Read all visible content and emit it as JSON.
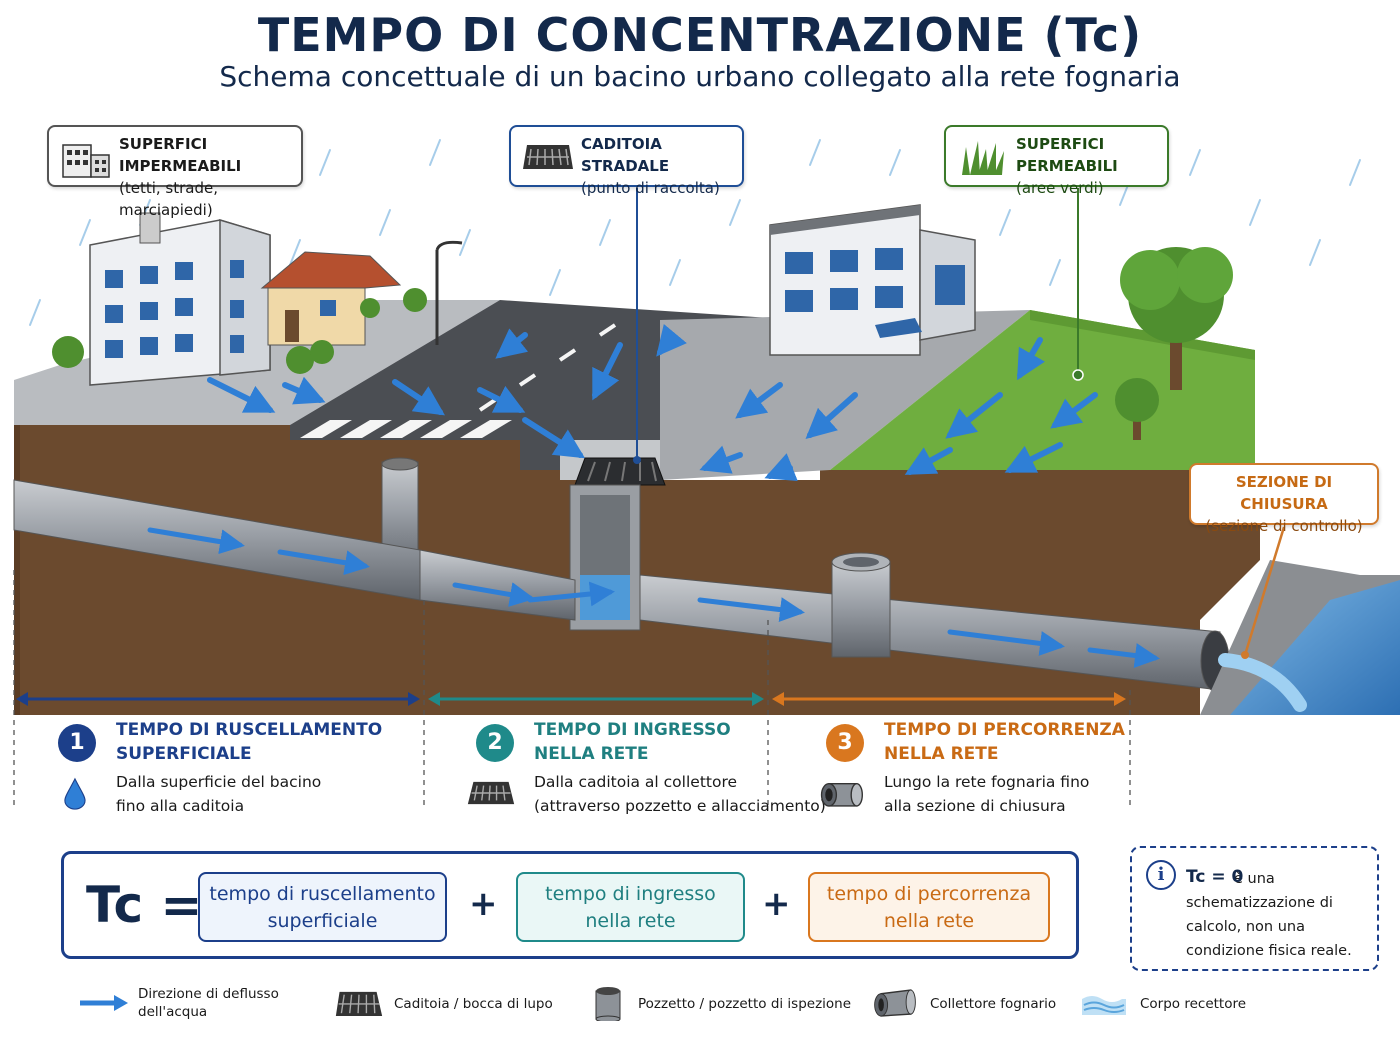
{
  "header": {
    "title": "TEMPO DI CONCENTRAZIONE (Tc)",
    "subtitle": "Schema concettuale di un bacino urbano collegato alla rete fognaria"
  },
  "callouts": {
    "impermeabili": {
      "title": "SUPERFICI IMPERMEABILI",
      "text": "(tetti, strade, marciapiedi)"
    },
    "caditoia": {
      "title": "CADITOIA STRADALE",
      "text": "(punto di raccolta)"
    },
    "permeabili": {
      "title": "SUPERFICI PERMEABILI",
      "text": "(aree verdi)"
    },
    "chiusura": {
      "title": "SEZIONE DI CHIUSURA",
      "text": "(sezione di controllo)"
    }
  },
  "phases": [
    {
      "num": "1",
      "title_l1": "TEMPO DI RUSCELLAMENTO",
      "title_l2": "SUPERFICIALE",
      "desc_l1": "Dalla superficie del bacino",
      "desc_l2": "fino alla caditoia",
      "color": "#1c3f8a",
      "icon": "water-drop-icon"
    },
    {
      "num": "2",
      "title_l1": "TEMPO DI INGRESSO",
      "title_l2": "NELLA RETE",
      "desc_l1": "Dalla caditoia al collettore",
      "desc_l2": "(attraverso pozzetto e allacciamento)",
      "color": "#1f8a8a",
      "icon": "grate-icon"
    },
    {
      "num": "3",
      "title_l1": "TEMPO DI PERCORRENZA",
      "title_l2": "NELLA RETE",
      "desc_l1": "Lungo la rete fognaria fino",
      "desc_l2": "alla sezione di chiusura",
      "color": "#d9771f",
      "icon": "pipe-icon"
    }
  ],
  "formula": {
    "lhs": "Tc =",
    "term1_l1": "tempo di ruscellamento",
    "term1_l2": "superficiale",
    "term2_l1": "tempo di ingresso",
    "term2_l2": "nella rete",
    "term3_l1": "tempo di percorrenza",
    "term3_l2": "nella rete",
    "plus": "+"
  },
  "note": {
    "icon": "info-icon",
    "bold": "Tc = 0",
    "text_l1": "è una",
    "text_rest": "schematizzazione di calcolo, non una condizione fisica reale."
  },
  "legend": [
    {
      "icon": "flow-arrow-icon",
      "label_l1": "Direzione di deflusso",
      "label_l2": "dell'acqua"
    },
    {
      "icon": "grate-icon",
      "label_l1": "Caditoia / bocca di lupo",
      "label_l2": ""
    },
    {
      "icon": "manhole-icon",
      "label_l1": "Pozzetto / pozzetto di ispezione",
      "label_l2": ""
    },
    {
      "icon": "pipe-icon",
      "label_l1": "Collettore fognario",
      "label_l2": ""
    },
    {
      "icon": "water-body-icon",
      "label_l1": "Corpo recettore",
      "label_l2": ""
    }
  ],
  "colors": {
    "phase1": "#1c3f8a",
    "phase2": "#1f8a8a",
    "phase3": "#d9771f",
    "flow": "#2f7fd6",
    "soil": "#6b4a2e",
    "grass": "#6fae3f"
  }
}
